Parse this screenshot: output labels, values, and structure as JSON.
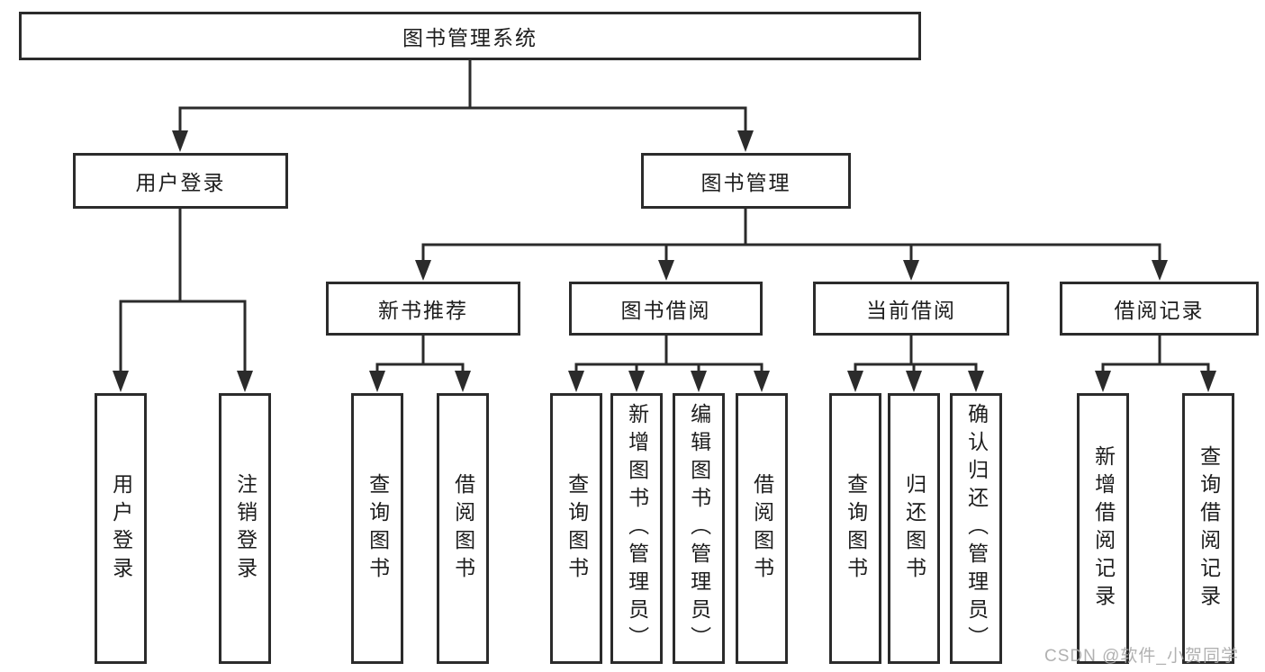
{
  "diagram": {
    "root": "图书管理系统",
    "level2": [
      "用户登录",
      "图书管理"
    ],
    "level3": [
      "新书推荐",
      "图书借阅",
      "当前借阅",
      "借阅记录"
    ],
    "leaves": [
      "用户登录",
      "注销登录",
      "查询图书",
      "借阅图书",
      "查询图书",
      "新增图书（管理员）",
      "编辑图书（管理员）",
      "借阅图书",
      "查询图书",
      "归还图书",
      "确认归还（管理员）",
      "新增借阅记录",
      "查询借阅记录"
    ]
  },
  "watermark": "CSDN @软件_小贺同学",
  "colors": {
    "line": "#2b2b2b",
    "text": "#1d1d1d",
    "box_background": "#ffffff",
    "watermark": "#a8a8a8",
    "background": "#ffffff"
  }
}
